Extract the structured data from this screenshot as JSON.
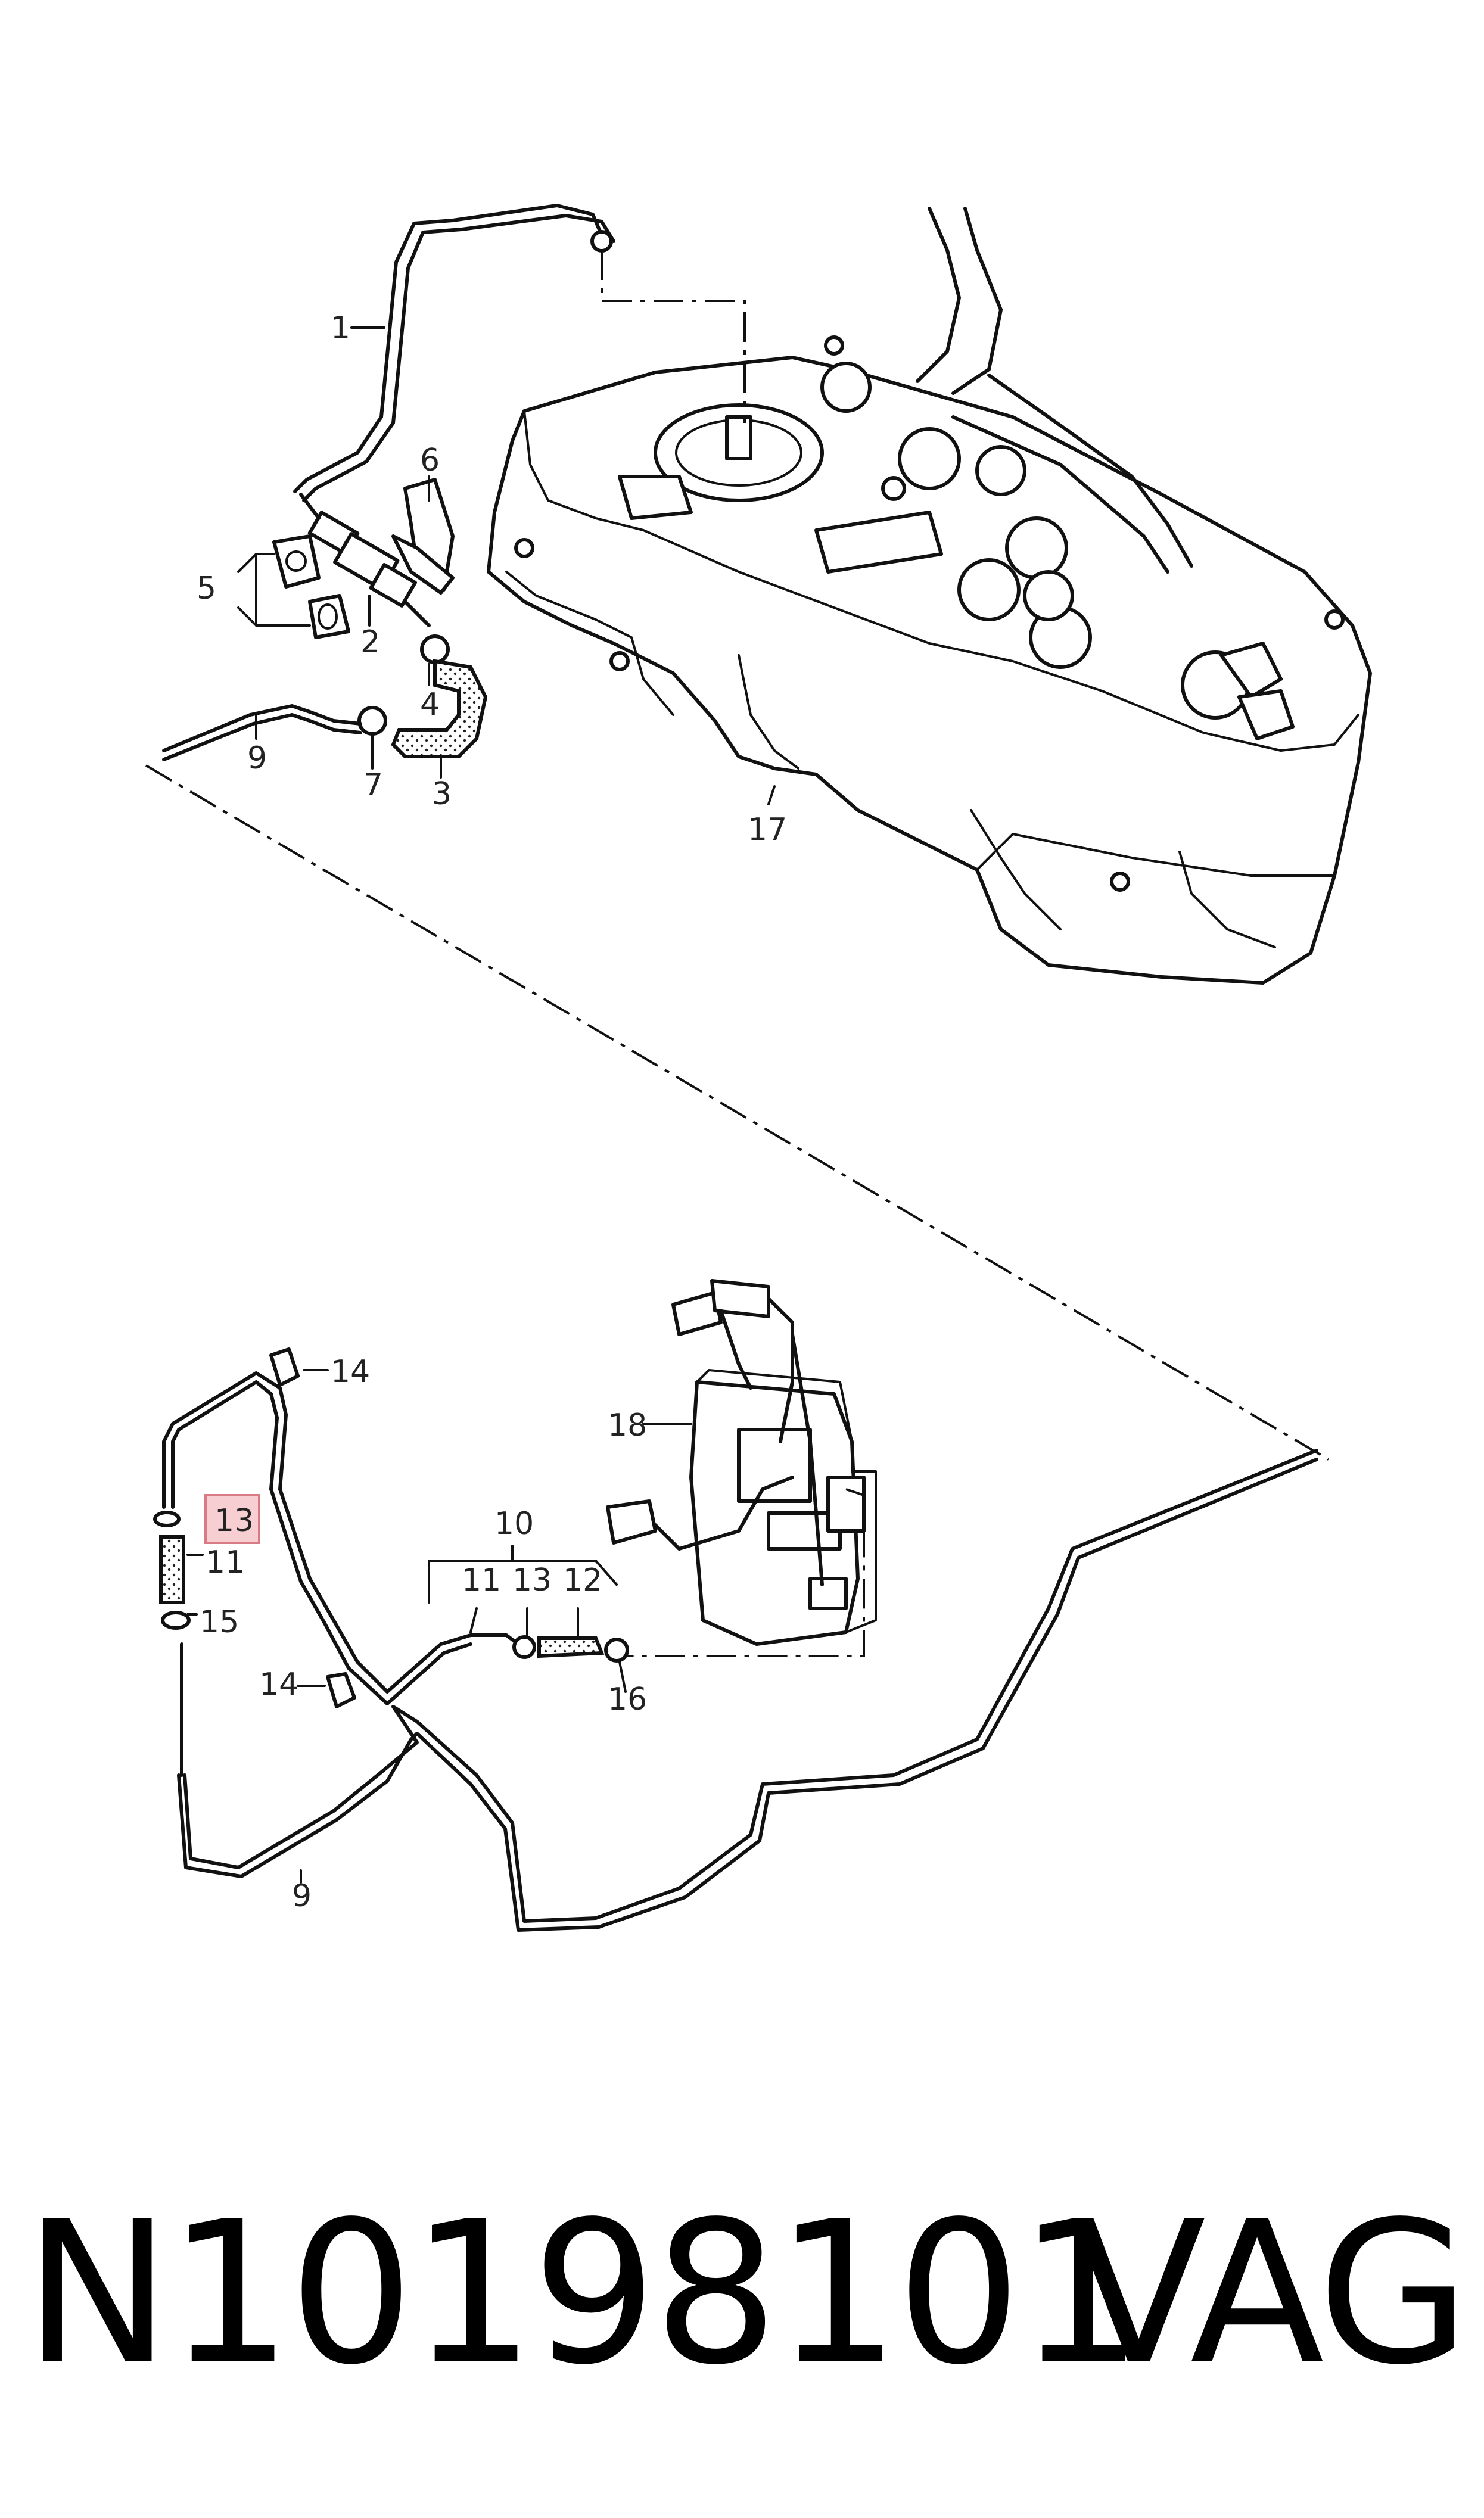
{
  "callouts": {
    "c1": "1",
    "c2": "2",
    "c3": "3",
    "c4": "4",
    "c5": "5",
    "c6": "6",
    "c7": "7",
    "c9a": "9",
    "c17": "17",
    "c14a": "14",
    "c18": "18",
    "c13a": "13",
    "c10": "10",
    "c11a": "11",
    "c13b": "13",
    "c12": "12",
    "c11b": "11",
    "c15": "15",
    "c14b": "14",
    "c16": "16",
    "c9b": "9"
  },
  "highlighted_callout": "13",
  "footer": {
    "part_number": "N10198101",
    "brand": "VAG"
  }
}
